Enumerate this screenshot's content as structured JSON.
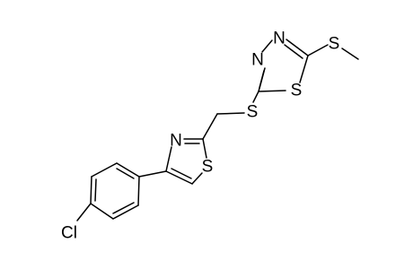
{
  "molecule": {
    "atoms": {
      "n_thiadiazole_top": "N",
      "n_thiadiazole_left": "N",
      "s_thiadiazole_ring": "S",
      "s_methylthio": "S",
      "s_linker": "S",
      "n_thiazole": "N",
      "s_thiazole_ring": "S",
      "cl": "Cl"
    },
    "colors": {
      "bond": "#000000",
      "label": "#000000",
      "background": "#ffffff"
    }
  }
}
